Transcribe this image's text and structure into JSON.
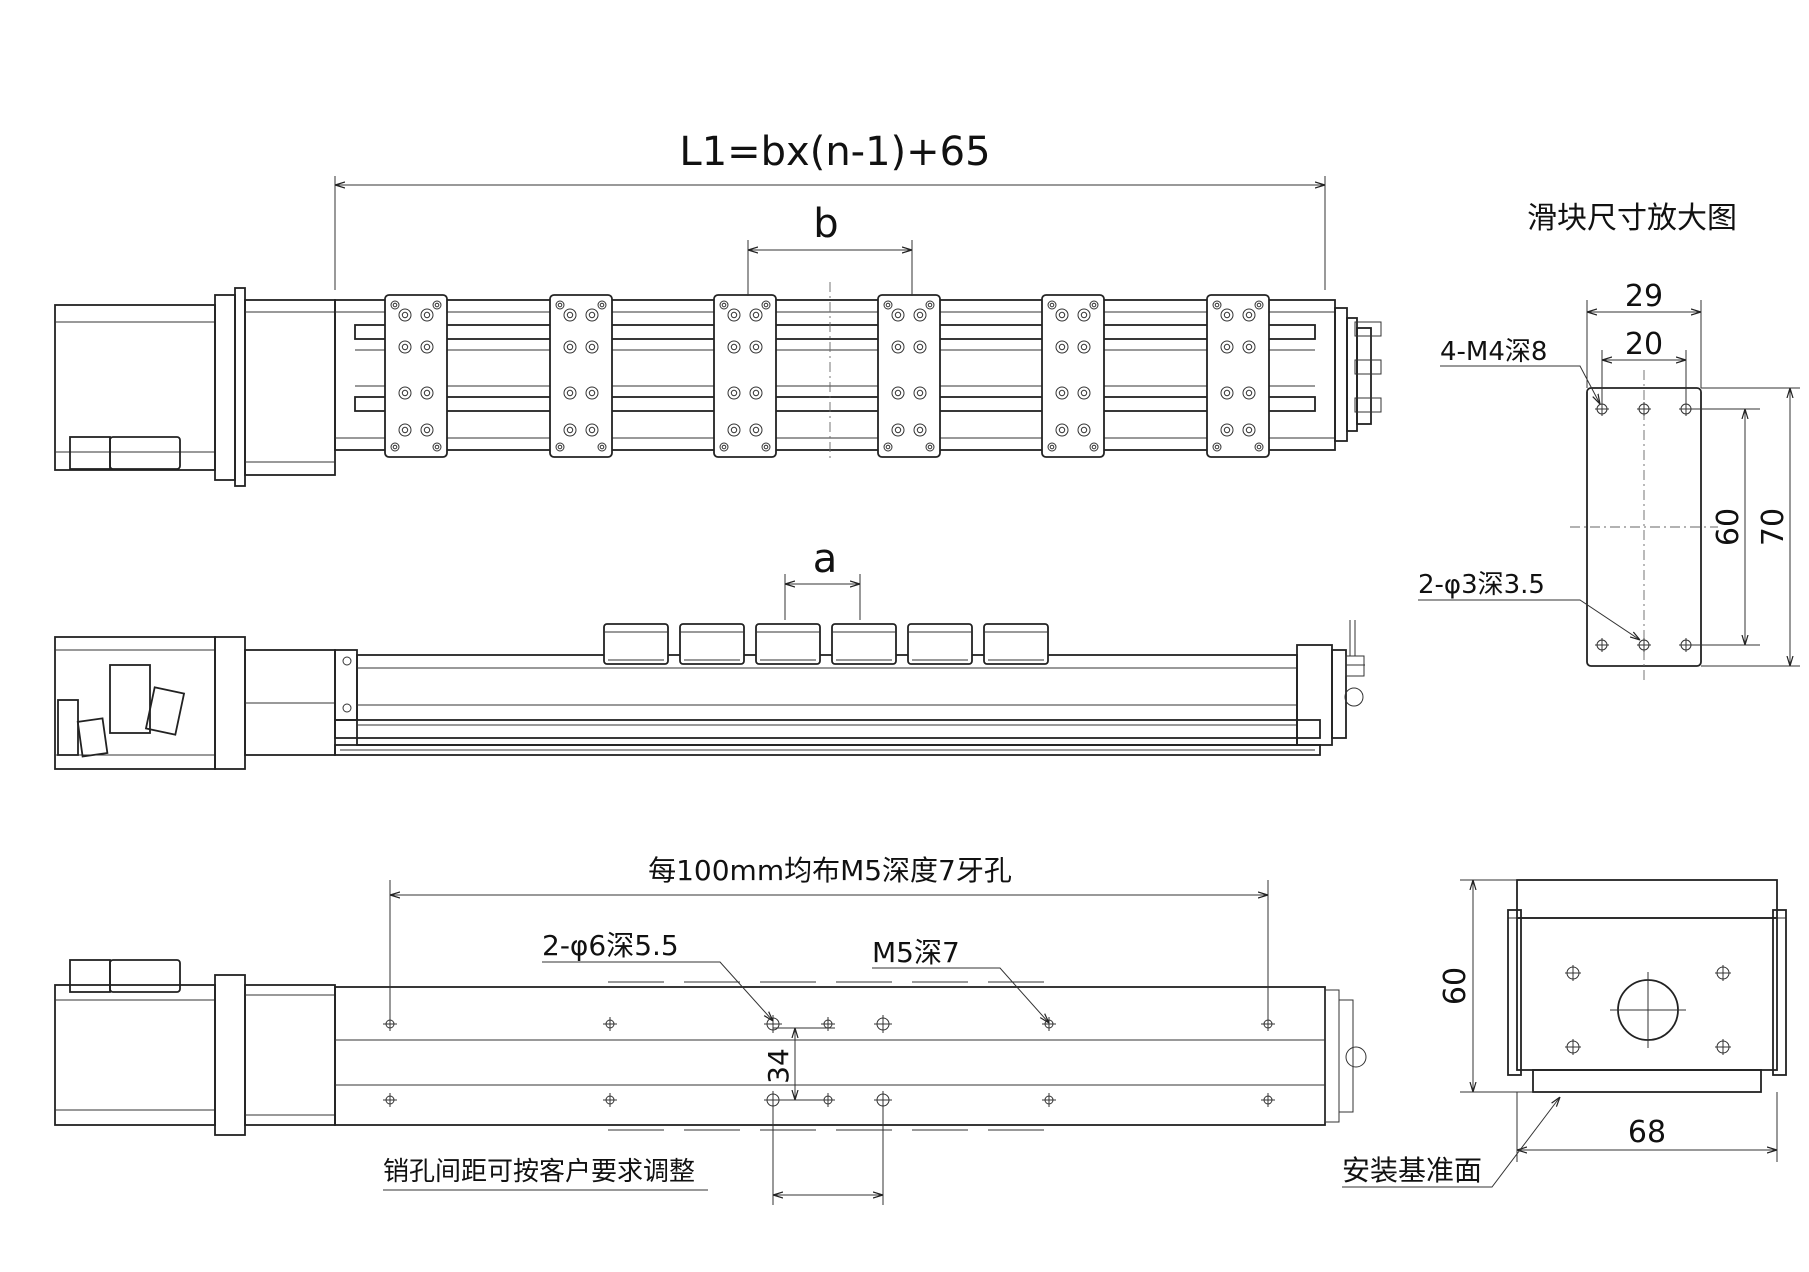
{
  "top_view": {
    "overall_dim": "L1=bx(n-1)+65",
    "pitch_dim": "b"
  },
  "side_view": {
    "gap_dim": "a"
  },
  "bottom_view": {
    "hole_pattern_note": "每100mm均布M5深度7牙孔",
    "pin_hole_note": "2-φ6深5.5",
    "thread_note": "M5深7",
    "row_spacing_dim": "34",
    "pin_adjust_note": "销孔间距可按客户要求调整"
  },
  "slider_detail": {
    "title": "滑块尺寸放大图",
    "width_outer": "29",
    "width_inner": "20",
    "tapped_holes": "4-M4深8",
    "pin_holes": "2-φ3深3.5",
    "hole_span": "60",
    "length": "70"
  },
  "end_view": {
    "height": "60",
    "width": "68",
    "datum_note": "安装基准面"
  }
}
